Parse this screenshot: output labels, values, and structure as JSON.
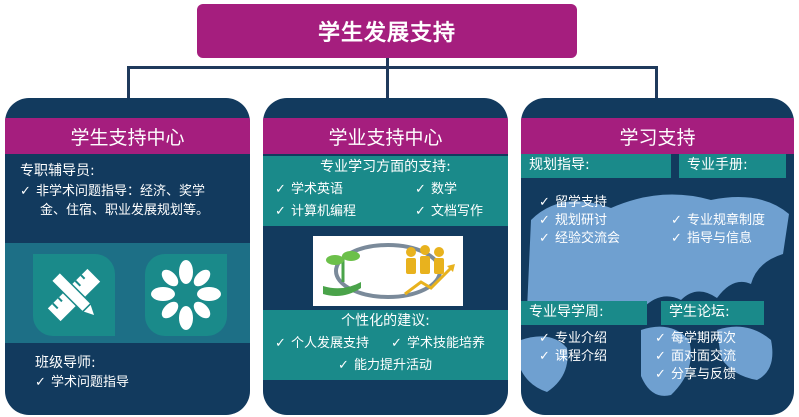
{
  "title": "学生发展支持",
  "panels": {
    "left": {
      "heading": "学生支持中心",
      "section1_title": "专职辅导员:",
      "section1_item_line1": "非学术问题指导：经济、奖学",
      "section1_item_line2": "金、住宿、职业发展规划等。",
      "section2_title": "班级导师:",
      "section2_item": "学术问题指导"
    },
    "middle": {
      "heading": "学业支持中心",
      "section1_title": "专业学习方面的支持:",
      "section1_items": [
        "学术英语",
        "数学",
        "计算机编程",
        "文档写作"
      ],
      "section2_title": "个性化的建议:",
      "section2_items": [
        "个人发展支持",
        "学术技能培养",
        "能力提升活动"
      ]
    },
    "right": {
      "heading": "学习支持",
      "planning_title": "规划指导:",
      "planning_items": [
        "留学支持",
        "规划研讨",
        "经验交流会"
      ],
      "handbook_title": "专业手册:",
      "handbook_items": [
        "专业规章制度",
        "指导与信息"
      ],
      "week_title": "专业导学周:",
      "week_items": [
        "专业介绍",
        "课程介绍"
      ],
      "forum_title": "学生论坛:",
      "forum_items": [
        "每学期两次",
        "面对面交流",
        "分享与反馈"
      ]
    }
  },
  "check_glyph": "✓",
  "colors": {
    "accent": "#a51e7e",
    "panel": "#123a5e",
    "teal": "#1a8a8a",
    "map": "#6fa0d0"
  },
  "icons": [
    "ruler-pencil-icon",
    "hands-together-icon",
    "plant-hand-icon",
    "team-growth-icon"
  ]
}
